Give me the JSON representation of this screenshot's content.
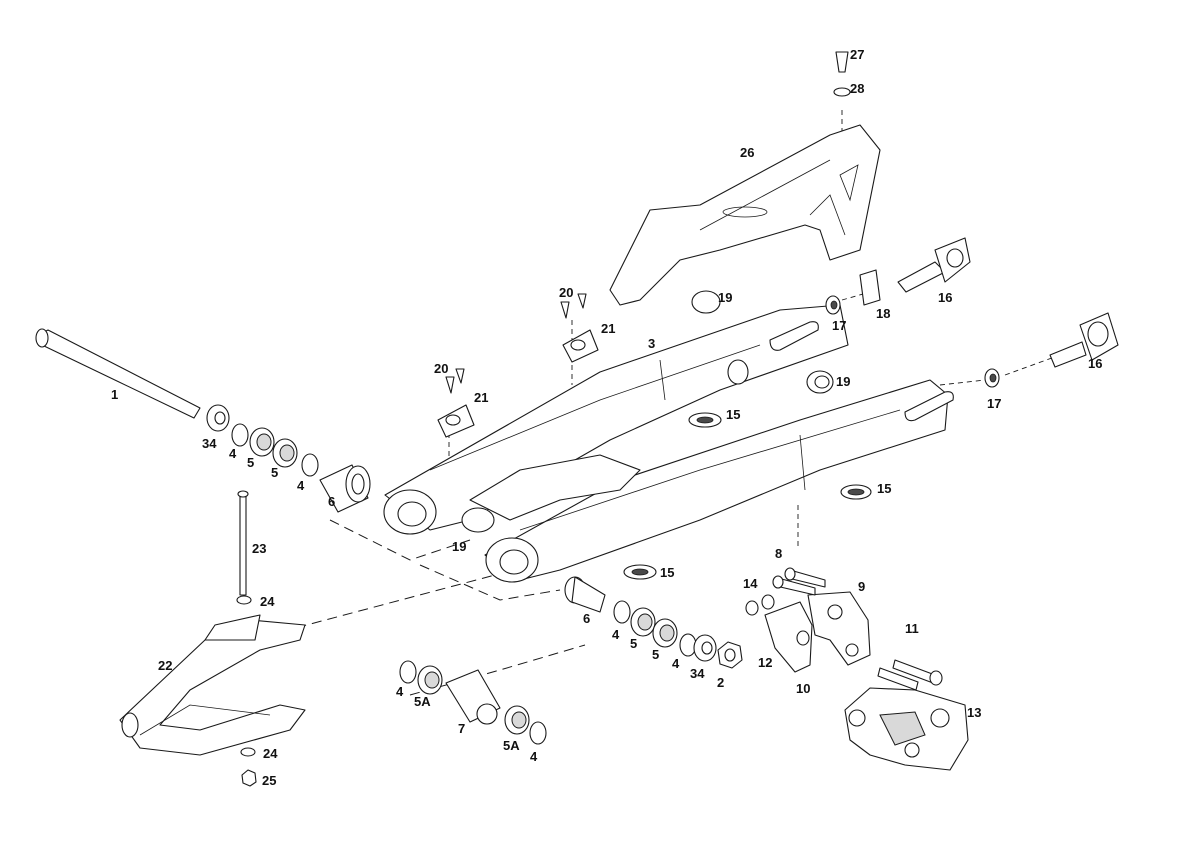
{
  "callouts": {
    "c1": "1",
    "c2": "2",
    "c3": "3",
    "c4a": "4",
    "c4b": "4",
    "c4c": "4",
    "c4d": "4",
    "c4e": "4",
    "c4f": "4",
    "c5a": "5",
    "c5b": "5",
    "c5c": "5",
    "c5d": "5",
    "c5Aa": "5A",
    "c5Ab": "5A",
    "c6a": "6",
    "c6b": "6",
    "c7": "7",
    "c8": "8",
    "c9": "9",
    "c10": "10",
    "c11": "11",
    "c12": "12",
    "c13": "13",
    "c14": "14",
    "c15a": "15",
    "c15b": "15",
    "c15c": "15",
    "c16a": "16",
    "c16b": "16",
    "c17a": "17",
    "c17b": "17",
    "c18": "18",
    "c19a": "19",
    "c19b": "19",
    "c19c": "19",
    "c20a": "20",
    "c20b": "20",
    "c21a": "21",
    "c21b": "21",
    "c22": "22",
    "c23": "23",
    "c24a": "24",
    "c24b": "24",
    "c25": "25",
    "c26": "26",
    "c27": "27",
    "c28": "28",
    "c34a": "34",
    "c34b": "34"
  }
}
